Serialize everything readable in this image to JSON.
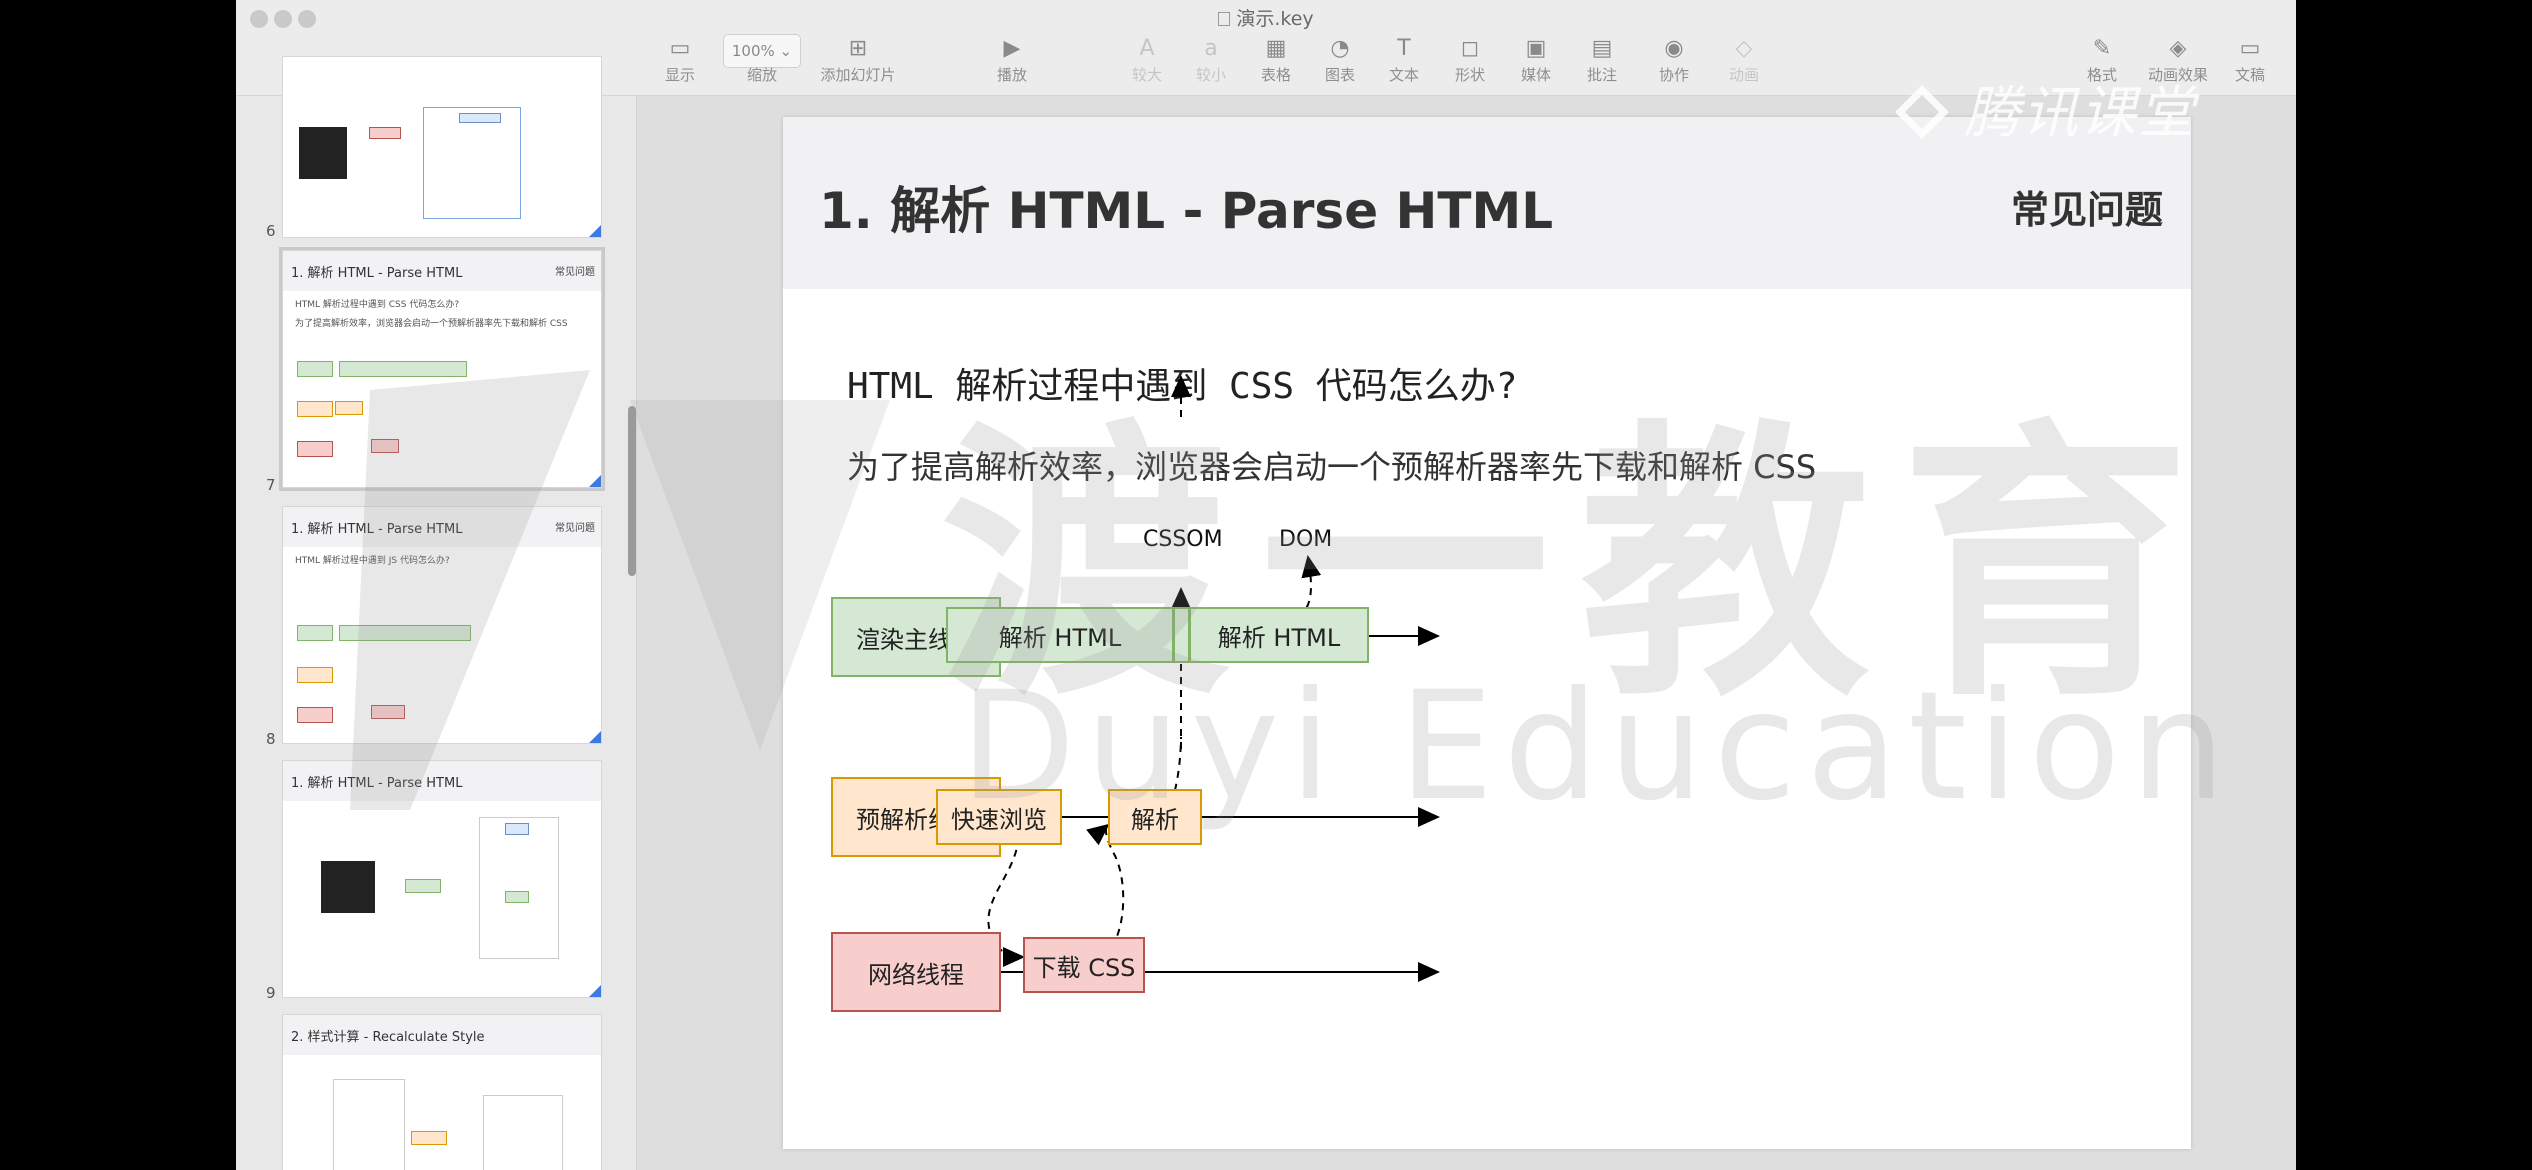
{
  "window": {
    "title": "演示.key"
  },
  "toolbar": {
    "zoom_value": "100%",
    "items": [
      {
        "label": "显示",
        "icon": "sidebar-icon"
      },
      {
        "label": "缩放",
        "icon": "zoom-icon"
      },
      {
        "label": "添加幻灯片",
        "icon": "add-slide-icon"
      },
      {
        "label": "播放",
        "icon": "play-icon"
      },
      {
        "label": "较大",
        "icon": "font-larger-icon"
      },
      {
        "label": "较小",
        "icon": "font-smaller-icon"
      },
      {
        "label": "表格",
        "icon": "table-icon"
      },
      {
        "label": "图表",
        "icon": "chart-icon"
      },
      {
        "label": "文本",
        "icon": "text-icon"
      },
      {
        "label": "形状",
        "icon": "shape-icon"
      },
      {
        "label": "媒体",
        "icon": "media-icon"
      },
      {
        "label": "批注",
        "icon": "comment-icon"
      },
      {
        "label": "协作",
        "icon": "collaborate-icon"
      },
      {
        "label": "动画",
        "icon": "animate-icon"
      },
      {
        "label": "格式",
        "icon": "format-icon"
      },
      {
        "label": "动画效果",
        "icon": "animation-icon"
      },
      {
        "label": "文稿",
        "icon": "document-icon"
      }
    ]
  },
  "tencent_watermark": "腾讯课堂",
  "sidebar": {
    "slides": [
      {
        "number": "6"
      },
      {
        "number": "7",
        "title": "1. 解析 HTML - Parse HTML",
        "right": "常见问题",
        "line1": "HTML 解析过程中遇到 CSS 代码怎么办?",
        "line2": "为了提高解析效率，浏览器会启动一个预解析器率先下载和解析 CSS"
      },
      {
        "number": "8",
        "title": "1. 解析 HTML - Parse HTML",
        "right": "常见问题",
        "line1": "HTML 解析过程中遇到 JS 代码怎么办?"
      },
      {
        "number": "9",
        "title": "1. 解析 HTML - Parse HTML"
      },
      {
        "number": "",
        "title": "2. 样式计算 - Recalculate Style"
      }
    ]
  },
  "slide": {
    "title": "1. 解析 HTML - Parse HTML",
    "right_label": "常见问题",
    "question": "HTML 解析过程中遇到 CSS 代码怎么办?",
    "answer": "为了提高解析效率，浏览器会启动一个预解析器率先下载和解析 CSS",
    "diagram": {
      "render_thread": "渲染主线程",
      "parse_html_1": "解析 HTML",
      "parse_html_2": "解析 HTML",
      "cssom": "CSSOM",
      "dom": "DOM",
      "preparse_thread": "预解析线程",
      "quick_scan": "快速浏览",
      "parse": "解析",
      "network_thread": "网络线程",
      "download_css": "下载 CSS"
    }
  },
  "watermark": {
    "cn": "渡一教育",
    "en": "Duyi Education"
  },
  "colors": {
    "green_fill": "#d5e8d4",
    "green_border": "#82b366",
    "orange_fill": "#ffe6cc",
    "orange_border": "#d79b00",
    "red_fill": "#f8cecc",
    "red_border": "#b85450"
  }
}
